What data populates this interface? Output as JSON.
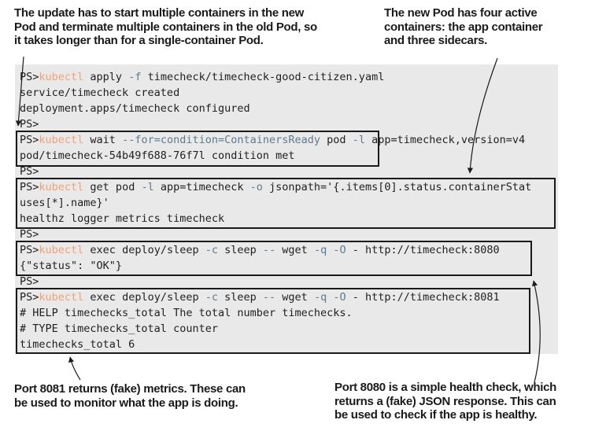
{
  "figure": {
    "annotations": {
      "top_left": {
        "lines": [
          "The update has to start multiple containers in the new",
          "Pod and terminate multiple containers in the old Pod, so",
          "it takes longer than for a single-container Pod."
        ]
      },
      "top_right": {
        "lines": [
          "The new Pod has four active",
          "containers: the app container",
          "and three sidecars."
        ]
      },
      "bottom_left": {
        "lines": [
          "Port 8081 returns (fake) metrics. These can",
          "be used to monitor what the app is doing."
        ]
      },
      "bottom_right": {
        "lines": [
          "Port 8080 is a simple health check, which",
          "returns a (fake) JSON response. This can",
          "be used to check if the app is healthy."
        ]
      }
    }
  },
  "terminal": {
    "lines": [
      {
        "segments": [
          {
            "t": "PS>",
            "c": "p"
          },
          {
            "t": "kubectl",
            "c": "k"
          },
          {
            "t": " apply ",
            "c": "p"
          },
          {
            "t": "-f",
            "c": "f"
          },
          {
            "t": " timecheck/timecheck-good-citizen.yaml",
            "c": "p"
          }
        ]
      },
      {
        "segments": [
          {
            "t": "service/timecheck created",
            "c": "p"
          }
        ]
      },
      {
        "segments": [
          {
            "t": "deployment.apps/timecheck configured",
            "c": "p"
          }
        ]
      },
      {
        "segments": [
          {
            "t": "PS>",
            "c": "p"
          }
        ]
      },
      {
        "segments": [
          {
            "t": "PS>",
            "c": "p"
          },
          {
            "t": "kubectl",
            "c": "k"
          },
          {
            "t": " wait ",
            "c": "p"
          },
          {
            "t": "--for=condition=ContainersReady",
            "c": "f"
          },
          {
            "t": " pod ",
            "c": "p"
          },
          {
            "t": "-l",
            "c": "f"
          },
          {
            "t": " app=timecheck,version=v4",
            "c": "p"
          }
        ]
      },
      {
        "segments": [
          {
            "t": "pod/timecheck-54b49f688-76f7l condition met",
            "c": "p"
          }
        ]
      },
      {
        "segments": [
          {
            "t": "PS>",
            "c": "p"
          }
        ]
      },
      {
        "segments": [
          {
            "t": "PS>",
            "c": "p"
          },
          {
            "t": "kubectl",
            "c": "k"
          },
          {
            "t": " get pod ",
            "c": "p"
          },
          {
            "t": "-l",
            "c": "f"
          },
          {
            "t": " app=timecheck ",
            "c": "p"
          },
          {
            "t": "-o",
            "c": "f"
          },
          {
            "t": " jsonpath='{.items[0].status.containerStat",
            "c": "p"
          }
        ]
      },
      {
        "segments": [
          {
            "t": "uses[*].name}'",
            "c": "p"
          }
        ]
      },
      {
        "segments": [
          {
            "t": "healthz logger metrics timecheck",
            "c": "p"
          }
        ]
      },
      {
        "segments": [
          {
            "t": "PS>",
            "c": "p"
          }
        ]
      },
      {
        "segments": [
          {
            "t": "PS>",
            "c": "p"
          },
          {
            "t": "kubectl",
            "c": "k"
          },
          {
            "t": " exec deploy/sleep ",
            "c": "p"
          },
          {
            "t": "-c",
            "c": "f"
          },
          {
            "t": " sleep ",
            "c": "p"
          },
          {
            "t": "--",
            "c": "f"
          },
          {
            "t": " wget ",
            "c": "p"
          },
          {
            "t": "-q",
            "c": "f"
          },
          {
            "t": " ",
            "c": "p"
          },
          {
            "t": "-O",
            "c": "f"
          },
          {
            "t": " - http://timecheck:8080",
            "c": "p"
          }
        ]
      },
      {
        "segments": [
          {
            "t": "{\"status\": \"OK\"}",
            "c": "p"
          }
        ]
      },
      {
        "segments": [
          {
            "t": "PS>",
            "c": "p"
          }
        ]
      },
      {
        "segments": [
          {
            "t": "PS>",
            "c": "p"
          },
          {
            "t": "kubectl",
            "c": "k"
          },
          {
            "t": " exec deploy/sleep ",
            "c": "p"
          },
          {
            "t": "-c",
            "c": "f"
          },
          {
            "t": " sleep ",
            "c": "p"
          },
          {
            "t": "--",
            "c": "f"
          },
          {
            "t": " wget ",
            "c": "p"
          },
          {
            "t": "-q",
            "c": "f"
          },
          {
            "t": " ",
            "c": "p"
          },
          {
            "t": "-O",
            "c": "f"
          },
          {
            "t": " - http://timecheck:8081",
            "c": "p"
          }
        ]
      },
      {
        "segments": [
          {
            "t": "# HELP timechecks_total The total number timechecks.",
            "c": "p"
          }
        ]
      },
      {
        "segments": [
          {
            "t": "# TYPE timechecks_total counter",
            "c": "p"
          }
        ]
      },
      {
        "segments": [
          {
            "t": "timechecks_total 6",
            "c": "p"
          }
        ]
      }
    ]
  },
  "colors": {
    "terminal_background": "#e9e9e9",
    "terminal_text": "#1f1f1f",
    "command_name": "#f0a179",
    "parameter": "#5c7b8e",
    "annotation_text": "#1a1a1a",
    "highlight_box_border": "#1a1a1a"
  }
}
